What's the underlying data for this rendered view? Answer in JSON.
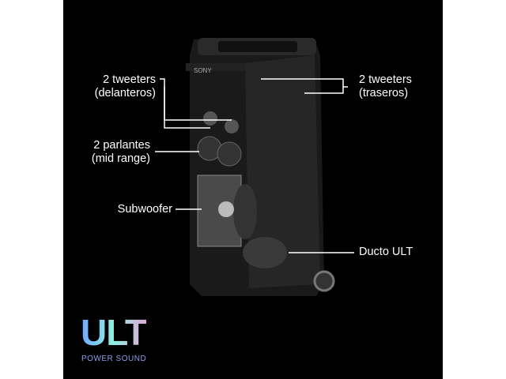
{
  "labels": {
    "front_tweeters": [
      "2 tweeters",
      "(delanteros)"
    ],
    "mid_range": [
      "2 parlantes",
      "(mid range)"
    ],
    "subwoofer": "Subwoofer",
    "rear_tweeters": [
      "2 tweeters",
      "(traseros)"
    ],
    "duct": "Ducto ULT"
  },
  "brand": "SONY",
  "logo": {
    "title": "ULT",
    "subtitle": "POWER SOUND"
  }
}
